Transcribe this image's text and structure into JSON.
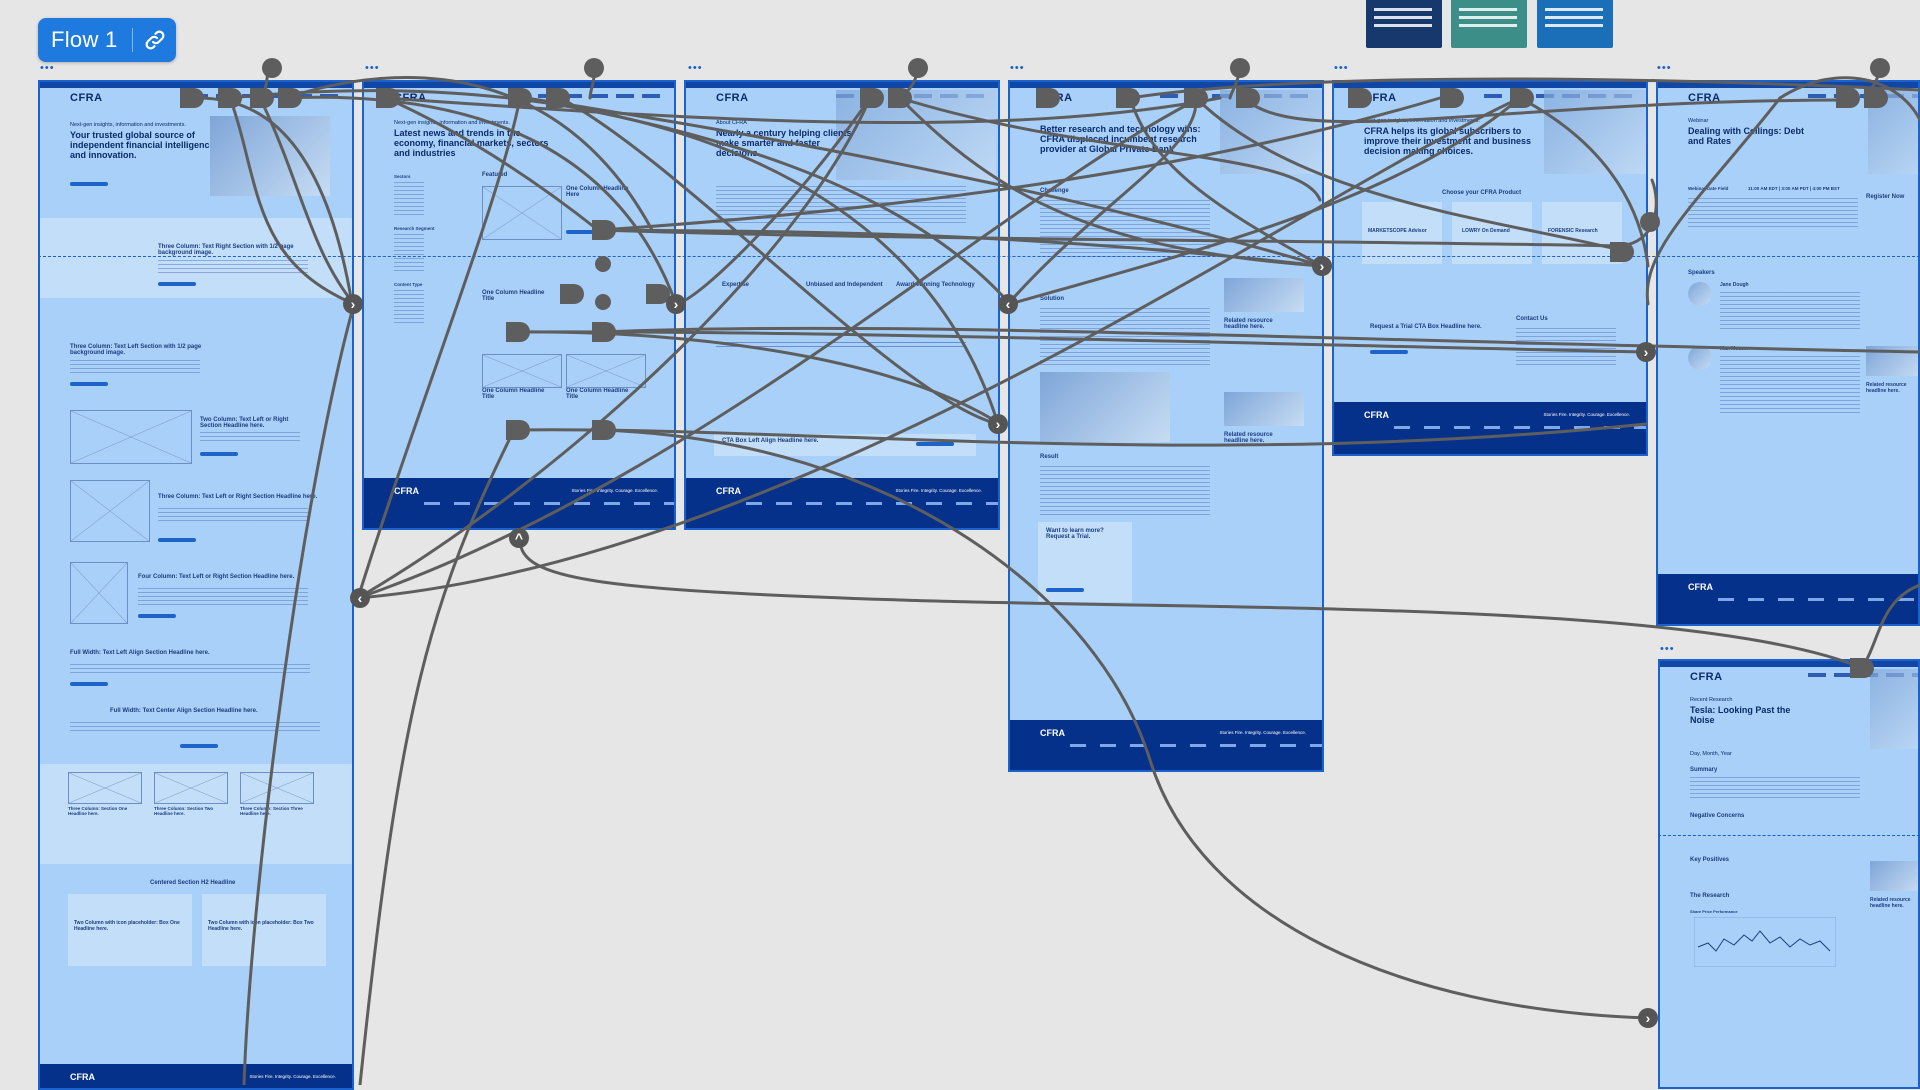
{
  "flow": {
    "label": "Flow 1"
  },
  "brand": {
    "logo": "CFRA",
    "tagline": "Stories Fire. Integrity. Courage. Excellence."
  },
  "frames": {
    "f1": {
      "kicker": "Next-gen insights, information and investments.",
      "title": "Your trusted global source of independent financial intelligence and innovation.",
      "sections": [
        "Three Column: Text Right Section with 1/2 page background image.",
        "Three Column: Text Left Section with 1/2 page background image.",
        "Two Column: Text Left or Right Section Headline here.",
        "Three Column: Text Left or Right Section Headline here.",
        "Four Column: Text Left or Right Section Headline here.",
        "Full Width: Text Left Align Section Headline here.",
        "Full Width: Text Center Align Section Headline here."
      ],
      "cards": [
        "Three Column: Section One Headline here.",
        "Three Column: Section Two Headline here.",
        "Three Column: Section Three Headline here."
      ],
      "centered": "Centered Section H2 Headline",
      "boxes": [
        "Two Column with icon placeholder: Box One Headline here.",
        "Two Column with icon placeholder: Box Two Headline here."
      ]
    },
    "f2": {
      "kicker": "Next-gen insights, information and investments.",
      "title": "Latest news and trends in the economy, financial markets, sectors and industries",
      "featured": "Featured",
      "col1": "One Column Headline Here",
      "col2": "One Column Headline Title",
      "col3": "One Column Headline Title",
      "col4": "One Column Headline Title",
      "filters": [
        "Sectors",
        "Research Segment",
        "Content Type"
      ]
    },
    "f3": {
      "kicker": "About CFRA",
      "title": "Nearly a century helping clients make smarter and faster decisions.",
      "pillars": [
        "Expertise",
        "Unbiased and Independent",
        "Award-Winning Technology"
      ],
      "cta": "CTA Box Left Align Headline here."
    },
    "f4": {
      "title": "Better research and technology wins: CFRA displaced incumbent research provider at Global Private Bank",
      "challenge": "Challenge",
      "solution": "Solution",
      "result": "Result",
      "learn": "Want to learn more? Request a Trial.",
      "related1": "Related resource headline here.",
      "related2": "Related resource headline here."
    },
    "f5": {
      "kicker": "Next-gen insights, information and investments.",
      "title": "CFRA helps its global subscribers to improve their investment and business decision making choices.",
      "choose": "Choose your CFRA Product",
      "products": [
        "MARKETSCOPE Advisor",
        "LOWRY On Demand",
        "FORENSIC Research"
      ],
      "trial": "Request a Trial CTA Box Headline here.",
      "contact": "Contact Us"
    },
    "f6": {
      "kicker": "Webinar",
      "title": "Dealing with Ceilings: Debt and Rates",
      "date": "Webinar Date Field",
      "time": "11:00 AM EDT | 3:00 AM PDT | 4:00 PM BST",
      "register": "Register Now",
      "speakers": "Speakers",
      "speaker1": "Jane Dough",
      "speaker2": "Max Mosser",
      "related": "Related resource headline here."
    },
    "f7": {
      "kicker": "Recent Research",
      "title": "Tesla: Looking Past the Noise",
      "date": "Day, Month, Year",
      "summary": "Summary",
      "neg": "Negative Concerns",
      "pos": "Key Positives",
      "research": "The Research",
      "chart": "Share Price Performance",
      "related": "Related resource headline here."
    }
  },
  "chevrons": {
    "right": "›",
    "left": "‹",
    "up": "^"
  },
  "colors": {
    "board": "#a9d0f8",
    "border": "#1a62d0",
    "footer": "#06318a",
    "connector": "#5e5e5e",
    "flow": "#1f7ae0"
  }
}
